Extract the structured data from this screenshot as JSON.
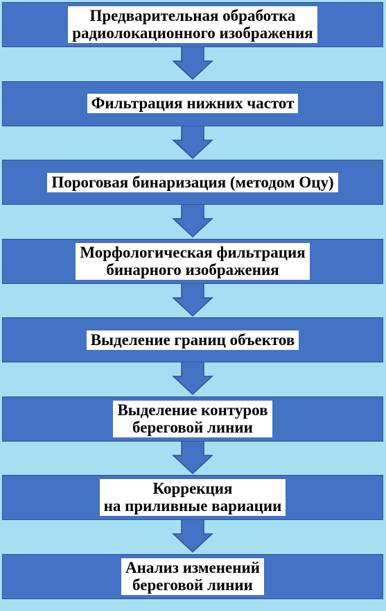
{
  "flowchart": {
    "steps": [
      {
        "label": "Предварительная обработка\nрадиолокационного изображения"
      },
      {
        "label": "Фильтрация нижних частот"
      },
      {
        "label": "Пороговая бинаризация (методом Оцу)"
      },
      {
        "label": "Морфологическая фильтрация\nбинарного изображения"
      },
      {
        "label": "Выделение границ объектов"
      },
      {
        "label": "Выделение контуров\nбереговой линии"
      },
      {
        "label": "Коррекция\nна приливные вариации"
      },
      {
        "label": "Анализ изменений\nбереговой линии"
      }
    ]
  },
  "colors": {
    "background": "#a6dff2",
    "box_fill": "#4472c4",
    "box_border": "#2f528f",
    "label_fill": "#ffffff",
    "arrow_fill": "#4472c4"
  }
}
